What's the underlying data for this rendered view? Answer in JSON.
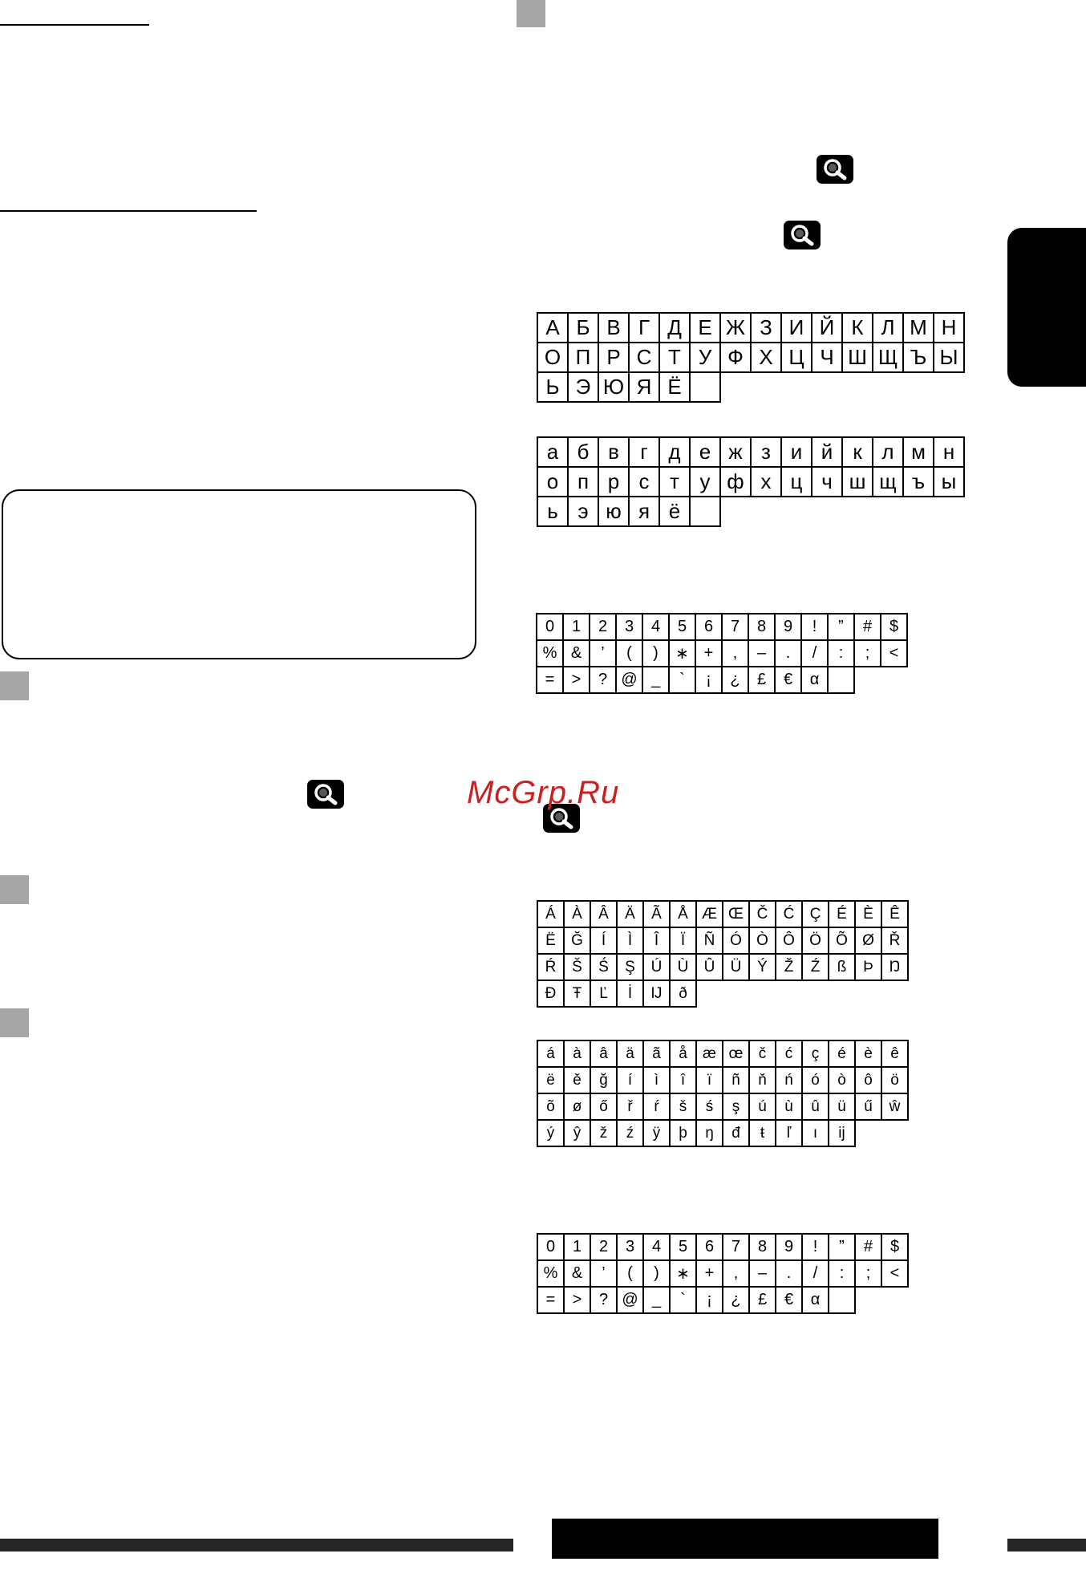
{
  "watermark": "McGrp.Ru",
  "cyrillic_upper": {
    "rows": [
      [
        "А",
        "Б",
        "В",
        "Г",
        "Д",
        "Е",
        "Ж",
        "З",
        "И",
        "Й",
        "К",
        "Л",
        "М",
        "Н"
      ],
      [
        "О",
        "П",
        "Р",
        "С",
        "Т",
        "У",
        "Ф",
        "Х",
        "Ц",
        "Ч",
        "Ш",
        "Щ",
        "Ъ",
        "Ы"
      ],
      [
        "Ь",
        "Э",
        "Ю",
        "Я",
        "Ё",
        ""
      ]
    ]
  },
  "cyrillic_lower": {
    "rows": [
      [
        "а",
        "б",
        "в",
        "г",
        "д",
        "е",
        "ж",
        "з",
        "и",
        "й",
        "к",
        "л",
        "м",
        "н"
      ],
      [
        "о",
        "п",
        "р",
        "с",
        "т",
        "у",
        "ф",
        "х",
        "ц",
        "ч",
        "ш",
        "щ",
        "ъ",
        "ы"
      ],
      [
        "ь",
        "э",
        "ю",
        "я",
        "ё",
        ""
      ]
    ]
  },
  "symbols_1": {
    "rows": [
      [
        "0",
        "1",
        "2",
        "3",
        "4",
        "5",
        "6",
        "7",
        "8",
        "9",
        "!",
        "”",
        "#",
        "$"
      ],
      [
        "%",
        "&",
        "’",
        "(",
        ")",
        "∗",
        "+",
        ",",
        "–",
        ".",
        "/",
        ":",
        ";",
        "<"
      ],
      [
        "=",
        ">",
        "?",
        "@",
        "_",
        "`",
        "¡",
        "¿",
        "£",
        "€",
        "α",
        ""
      ]
    ]
  },
  "latin_upper": {
    "rows": [
      [
        "Á",
        "À",
        "Â",
        "Ä",
        "Ã",
        "Å",
        "Æ",
        "Œ",
        "Č",
        "Ć",
        "Ç",
        "É",
        "È",
        "Ê"
      ],
      [
        "Ë",
        "Ğ",
        "Í",
        "Ì",
        "Î",
        "Ï",
        "Ñ",
        "Ó",
        "Ò",
        "Ô",
        "Ö",
        "Õ",
        "Ø",
        "Ř"
      ],
      [
        "Ŕ",
        "Š",
        "Ś",
        "Ş",
        "Ú",
        "Ù",
        "Û",
        "Ü",
        "Ý",
        "Ž",
        "Ź",
        "ß",
        "Þ",
        "Ŋ"
      ],
      [
        "Đ",
        "Ŧ",
        "Ľ",
        "İ",
        "Ĳ",
        "ð"
      ]
    ]
  },
  "latin_lower": {
    "rows": [
      [
        "á",
        "à",
        "â",
        "ä",
        "ã",
        "å",
        "æ",
        "œ",
        "č",
        "ć",
        "ç",
        "é",
        "è",
        "ê"
      ],
      [
        "ë",
        "ě",
        "ğ",
        "í",
        "ì",
        "î",
        "ï",
        "ñ",
        "ň",
        "ń",
        "ó",
        "ò",
        "ô",
        "ö"
      ],
      [
        "õ",
        "ø",
        "ő",
        "ř",
        "ŕ",
        "š",
        "ś",
        "ş",
        "ú",
        "ù",
        "û",
        "ü",
        "ű",
        "ŵ"
      ],
      [
        "ý",
        "ŷ",
        "ž",
        "ź",
        "ÿ",
        "þ",
        "ŋ",
        "đ",
        "ŧ",
        "ľ",
        "ı",
        "ĳ"
      ]
    ]
  },
  "symbols_2": {
    "rows": [
      [
        "0",
        "1",
        "2",
        "3",
        "4",
        "5",
        "6",
        "7",
        "8",
        "9",
        "!",
        "”",
        "#",
        "$"
      ],
      [
        "%",
        "&",
        "’",
        "(",
        ")",
        "∗",
        "+",
        ",",
        "–",
        ".",
        "/",
        ":",
        ";",
        "<"
      ],
      [
        "=",
        ">",
        "?",
        "@",
        "_",
        "`",
        "¡",
        "¿",
        "£",
        "€",
        "α",
        ""
      ]
    ]
  },
  "icons": {
    "magnifier": "magnifier-icon",
    "section_marker": "gray-square-marker"
  },
  "colors": {
    "watermark": "#cc1f1f",
    "marker": "#a6a6a6",
    "bar": "#262626"
  }
}
